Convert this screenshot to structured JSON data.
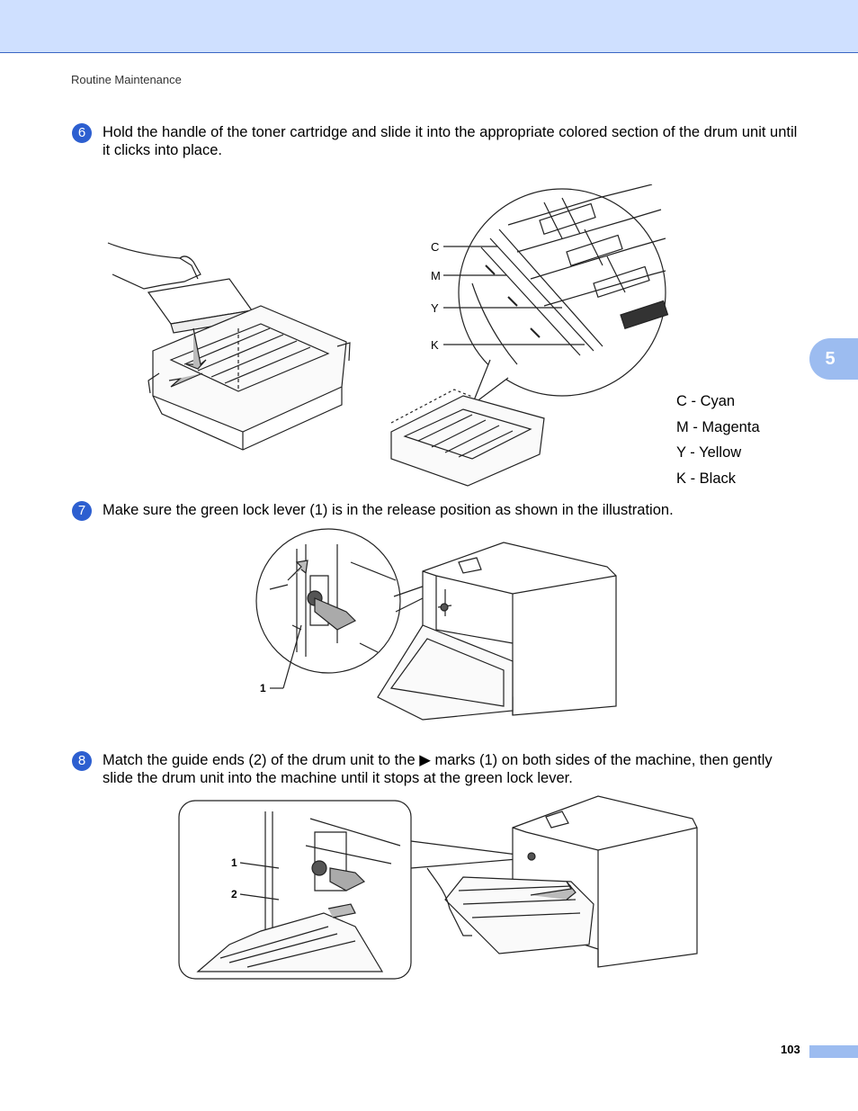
{
  "header": {
    "section": "Routine Maintenance"
  },
  "steps": [
    {
      "number": "6",
      "text": "Hold the handle of the toner cartridge and slide it into the appropriate colored section of the drum unit until it clicks into place."
    },
    {
      "number": "7",
      "text": "Make sure the green lock lever (1) is in the release position as shown in the illustration."
    },
    {
      "number": "8",
      "text_before": "Match the guide ends (2) of the drum unit to the",
      "text_after": "marks (1) on both sides of the machine, then gently slide the drum unit into the machine until it stops at the green lock lever."
    }
  ],
  "figure1": {
    "callouts": [
      "C",
      "M",
      "Y",
      "K"
    ],
    "legend": [
      "C - Cyan",
      "M - Magenta",
      "Y - Yellow",
      "K - Black"
    ]
  },
  "figure2": {
    "callouts": [
      "1"
    ]
  },
  "figure3": {
    "callouts": [
      "1",
      "2"
    ]
  },
  "chapter_tab": "5",
  "page_number": "103",
  "colors": {
    "header_band": "#cfe0ff",
    "step_badge": "#2d5fd0",
    "tab": "#9cbcf0"
  }
}
